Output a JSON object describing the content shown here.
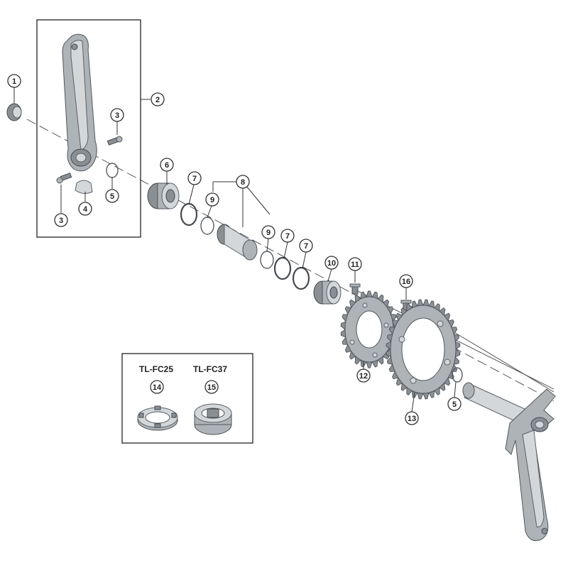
{
  "callouts": [
    {
      "id": "c1",
      "label": "1"
    },
    {
      "id": "c2",
      "label": "2"
    },
    {
      "id": "c3a",
      "label": "3"
    },
    {
      "id": "c3b",
      "label": "3"
    },
    {
      "id": "c4",
      "label": "4"
    },
    {
      "id": "c5a",
      "label": "5"
    },
    {
      "id": "c6",
      "label": "6"
    },
    {
      "id": "c7a",
      "label": "7"
    },
    {
      "id": "c8",
      "label": "8"
    },
    {
      "id": "c9a",
      "label": "9"
    },
    {
      "id": "c9b",
      "label": "9"
    },
    {
      "id": "c7b",
      "label": "7"
    },
    {
      "id": "c7c",
      "label": "7"
    },
    {
      "id": "c10",
      "label": "10"
    },
    {
      "id": "c11",
      "label": "11"
    },
    {
      "id": "c16",
      "label": "16"
    },
    {
      "id": "c12",
      "label": "12"
    },
    {
      "id": "c13",
      "label": "13"
    },
    {
      "id": "c5b",
      "label": "5"
    },
    {
      "id": "c14",
      "label": "14"
    },
    {
      "id": "c15",
      "label": "15"
    }
  ],
  "tools": {
    "tool_a": "TL-FC25",
    "tool_b": "TL-FC37"
  },
  "colors": {
    "outline": "#333333",
    "metal_dark": "#8a8f94",
    "metal_light": "#d4d7da"
  }
}
